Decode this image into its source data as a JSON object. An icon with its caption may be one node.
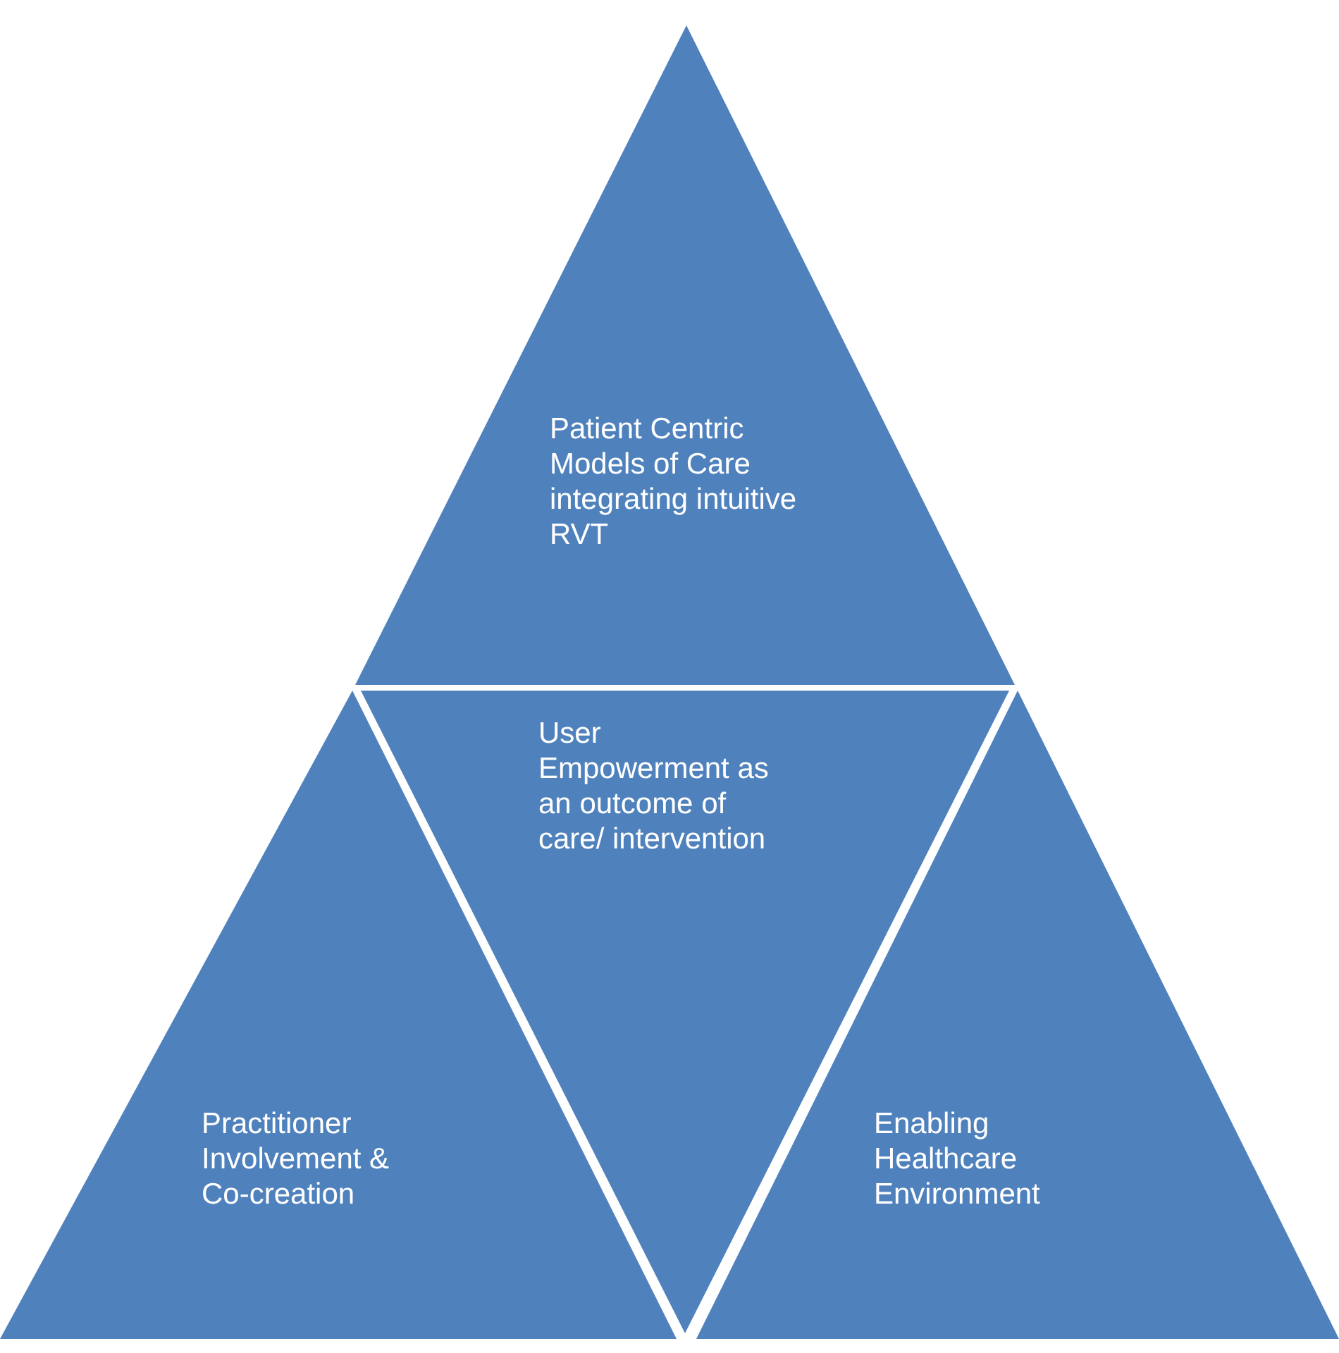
{
  "diagram": {
    "nodes": [
      {
        "text": [
          "Patient Centric Models of Care integrating intuitive RVT"
        ]
      },
      {
        "text": [
          "User Empowerment as an outcome of care/ intervention"
        ]
      },
      {
        "text": [
          "Practitioner Involvement & Co-creation"
        ]
      },
      {
        "text": [
          "Enabling Healthcare Environment"
        ]
      }
    ]
  }
}
